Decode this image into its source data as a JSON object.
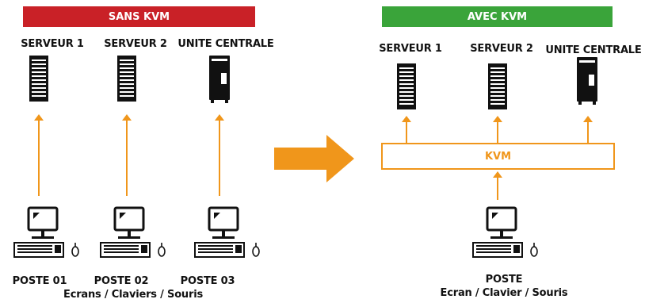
{
  "left_panel": {
    "banner": "SANS KVM",
    "banner_color": "#c92127",
    "devices": [
      {
        "label": "SERVEUR 1",
        "icon": "rack-server-icon"
      },
      {
        "label": "SERVEUR 2",
        "icon": "rack-server-icon"
      },
      {
        "label": "UNITE CENTRALE",
        "icon": "tower-pc-icon"
      }
    ],
    "stations": [
      "POSTE 01",
      "POSTE 02",
      "POSTE 03"
    ],
    "caption": "Ecrans / Claviers / Souris"
  },
  "right_panel": {
    "banner": "AVEC KVM",
    "banner_color": "#3aa43a",
    "devices": [
      {
        "label": "SERVEUR 1",
        "icon": "rack-server-icon"
      },
      {
        "label": "SERVEUR 2",
        "icon": "rack-server-icon"
      },
      {
        "label": "UNITE CENTRALE",
        "icon": "tower-pc-icon"
      }
    ],
    "kvm_label": "KVM",
    "station": "POSTE",
    "caption": "Ecran / Clavier / Souris"
  },
  "accent_color": "#f0961b"
}
